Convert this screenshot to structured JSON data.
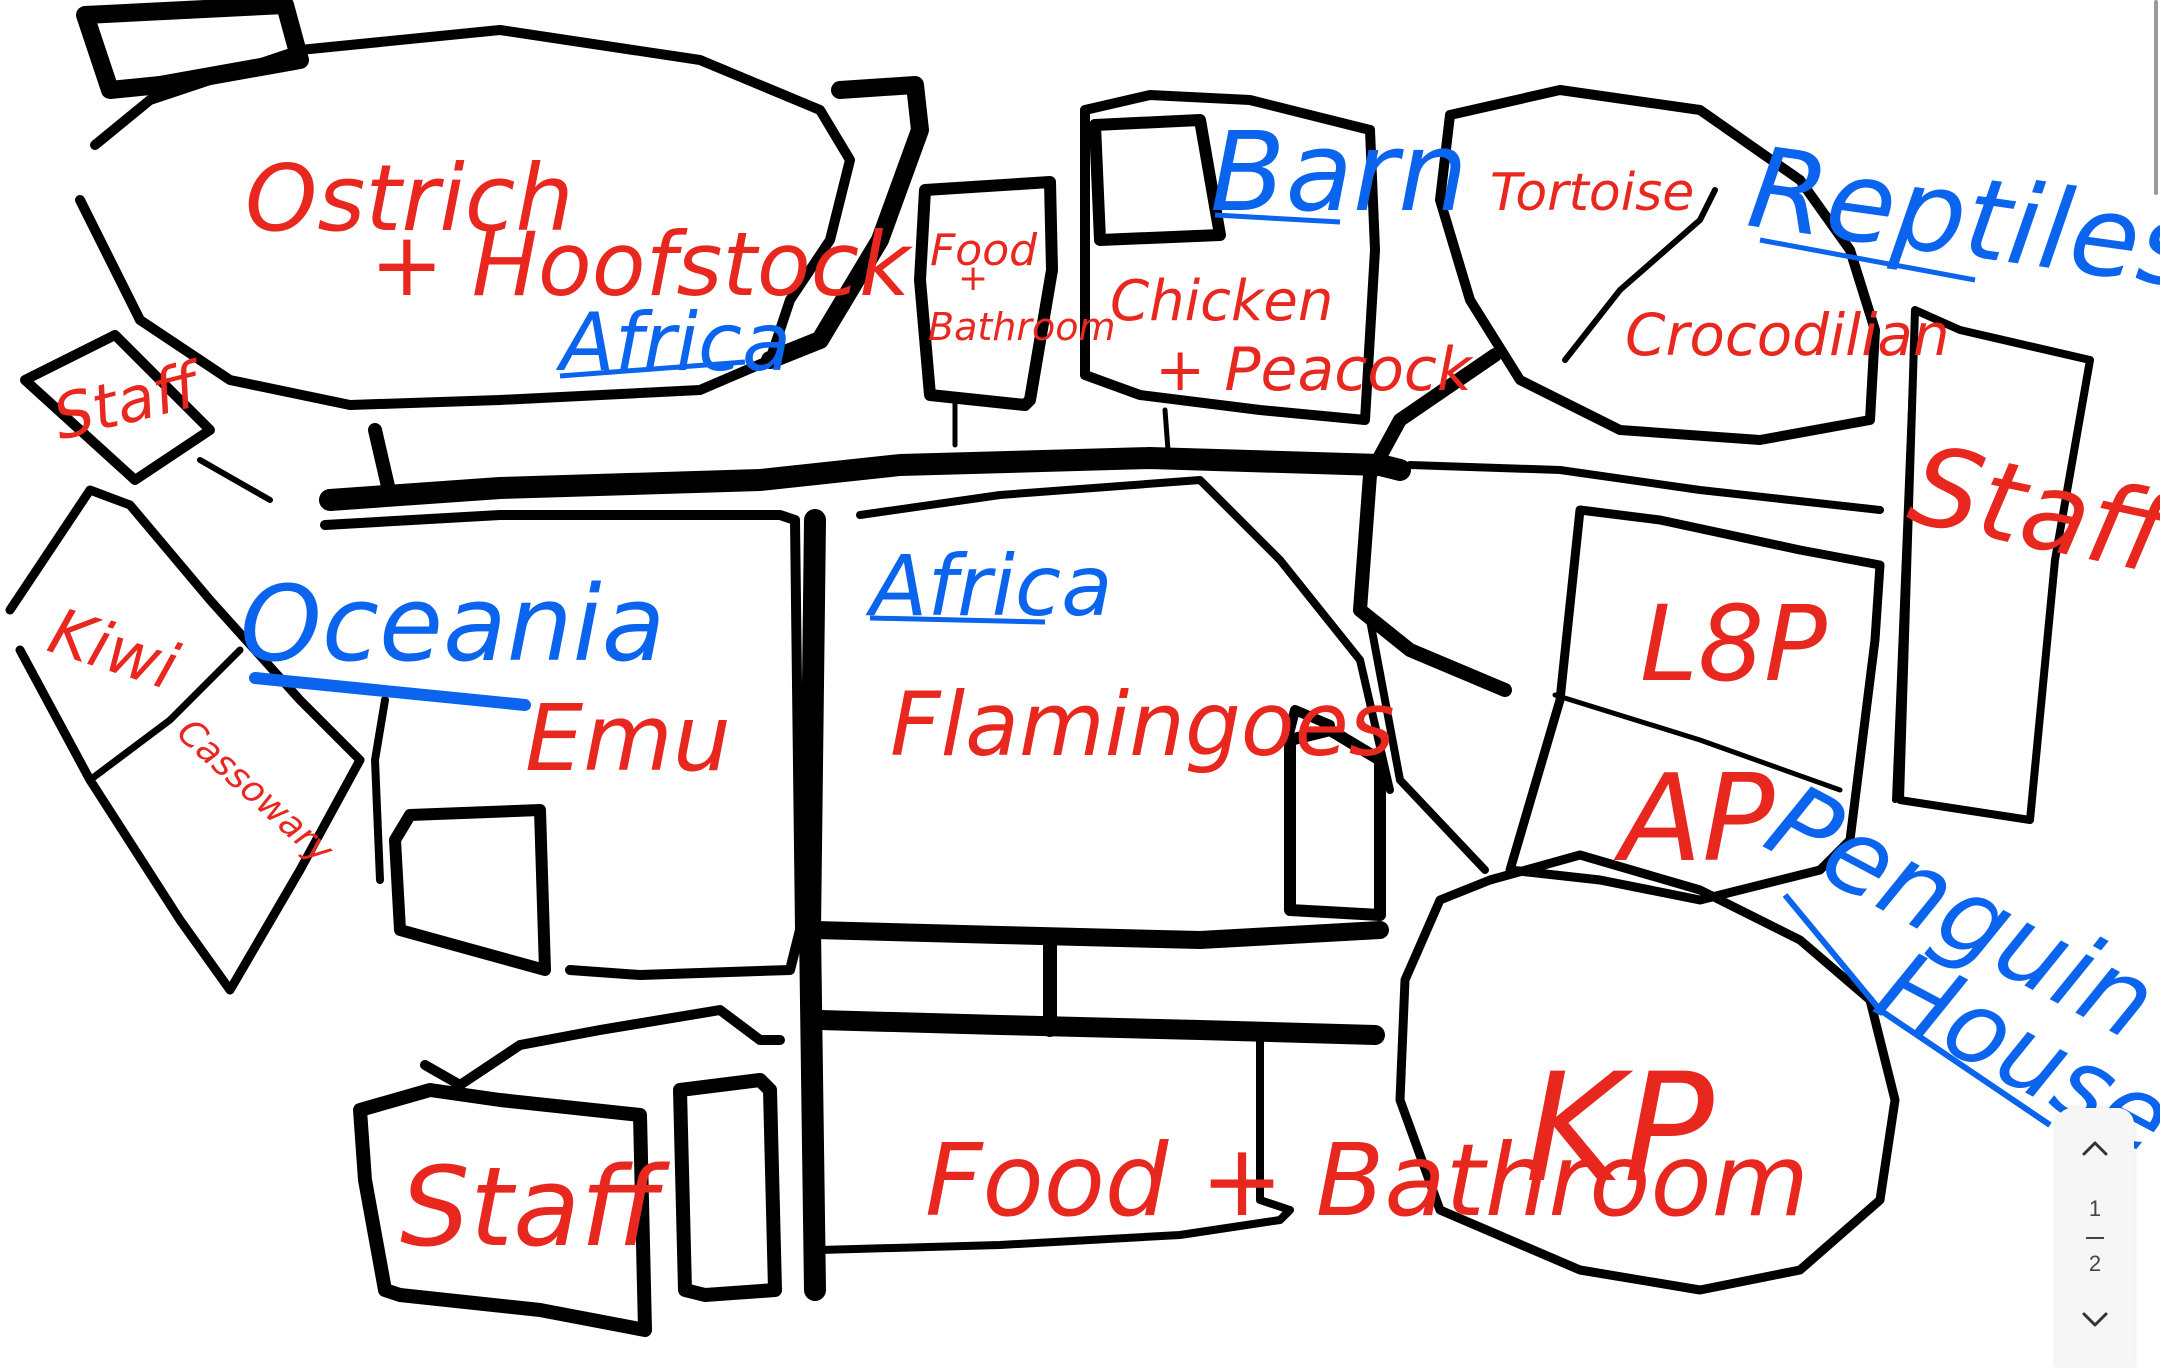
{
  "labels": {
    "ostrich": "Ostrich",
    "hoofstock": "+ Hoofstock",
    "africa_top": "Africa",
    "food_bathroom_small_1": "Food",
    "food_bathroom_small_2": "+",
    "food_bathroom_small_3": "Bathroom",
    "barn": "Barn",
    "chicken": "Chicken",
    "peacock": "+ Peacock",
    "tortoise": "Tortoise",
    "reptiles": "Reptiles",
    "crocodilian": "Crocodilian",
    "staff_topleft": "Staff",
    "kiwi": "Kiwi",
    "cassowary": "Cassowary",
    "oceania": "Oceania",
    "emu": "Emu",
    "africa_mid": "Africa",
    "flamingoes": "Flamingoes",
    "staff_right": "Staff",
    "lbp": "L8P",
    "ap": "AP",
    "penguin": "Penguin",
    "house": "House",
    "staff_bottom": "Staff",
    "food_bathroom_bottom": "Food + Bathroom",
    "kp": "KP"
  },
  "pager": {
    "up_icon": "chevron-up-icon",
    "down_icon": "chevron-down-icon",
    "current": "1",
    "total": "2"
  },
  "colors": {
    "ink": "#000000",
    "red_label": "#e8271f",
    "blue_label": "#0a64ee",
    "background": "#ffffff"
  }
}
